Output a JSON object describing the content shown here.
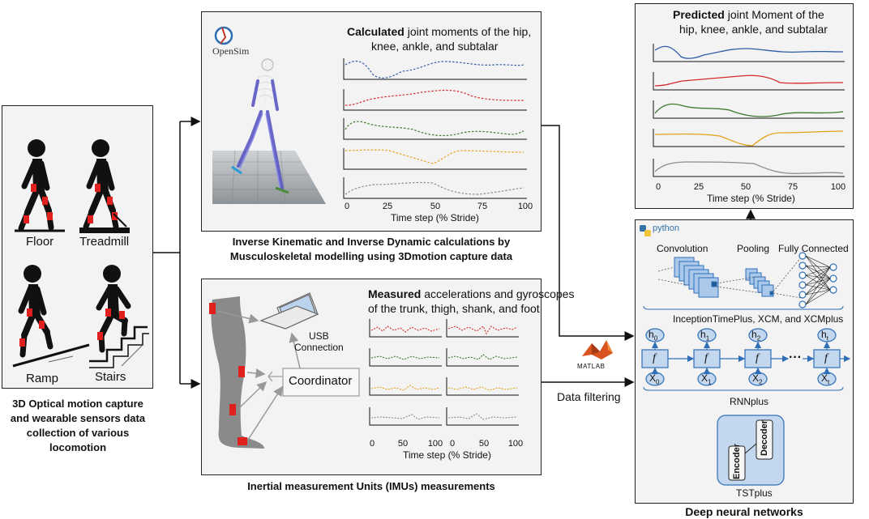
{
  "locomotion": {
    "modes": [
      "Floor",
      "Treadmill",
      "Ramp",
      "Stairs"
    ],
    "caption": [
      "3D Optical motion capture",
      "and wearable sensors data",
      "collection of various",
      "locomotion"
    ]
  },
  "opensim": {
    "logo_text": "OpenSim",
    "title_bold": "Calculated",
    "title_rest": " joint moments of the  hip,",
    "title_line2": "knee, ankle, and subtalar",
    "xticks": [
      "0",
      "25",
      "50",
      "75",
      "100"
    ],
    "xlabel": "Time step (% Stride)",
    "caption": [
      "Inverse Kinematic and Inverse Dynamic calculations by",
      "Musculoskeletal modelling using 3Dmotion capture data"
    ]
  },
  "imu": {
    "title_bold": "Measured",
    "title_rest": " accelerations and gyroscopes",
    "title_line2": "of the trunk, thigh, shank, and  foot",
    "usb_label": [
      "USB",
      "Connection"
    ],
    "coordinator_label": "Coordinator",
    "xticks_left": [
      "0",
      "50",
      "100"
    ],
    "xticks_right": [
      "0",
      "50",
      "100"
    ],
    "xlabel": "Time step (% Stride)",
    "caption": "Inertial measurement Units (IMUs) measurements"
  },
  "matlab": {
    "logo_text": "MATLAB",
    "label": "Data filtering"
  },
  "prediction": {
    "title_bold": "Predicted",
    "title_rest": " joint Moment of the",
    "title_line2": "hip, knee, ankle, and subtalar",
    "xticks": [
      "0",
      "25",
      "50",
      "75",
      "100"
    ],
    "xlabel": "Time step (% Stride)"
  },
  "dnn": {
    "python_logo_text": "python",
    "cnn_labels": [
      "Convolution",
      "Pooling",
      "Fully Connected"
    ],
    "cnn_models": "InceptionTimePlus, XCM, and XCMplus",
    "rnn_hidden": [
      "h",
      "h",
      "h",
      "h"
    ],
    "rnn_hidden_sub": [
      "0",
      "1",
      "2",
      "t"
    ],
    "rnn_inputs": [
      "X",
      "X",
      "X",
      "X"
    ],
    "rnn_inputs_sub": [
      "0",
      "1",
      "2",
      "t"
    ],
    "rnn_cell": "f",
    "rnn_ellipsis": "···",
    "rnn_name": "RNNplus",
    "encoder": "Encoder",
    "decoder": "Decoder",
    "transformer_name": "TSTplus",
    "caption": "Deep neural networks"
  },
  "colors": {
    "blue": "#2e5da8",
    "red": "#d42a2a",
    "green": "#3f7a2c",
    "orange": "#e3a21a",
    "gray": "#8c8c8c"
  }
}
